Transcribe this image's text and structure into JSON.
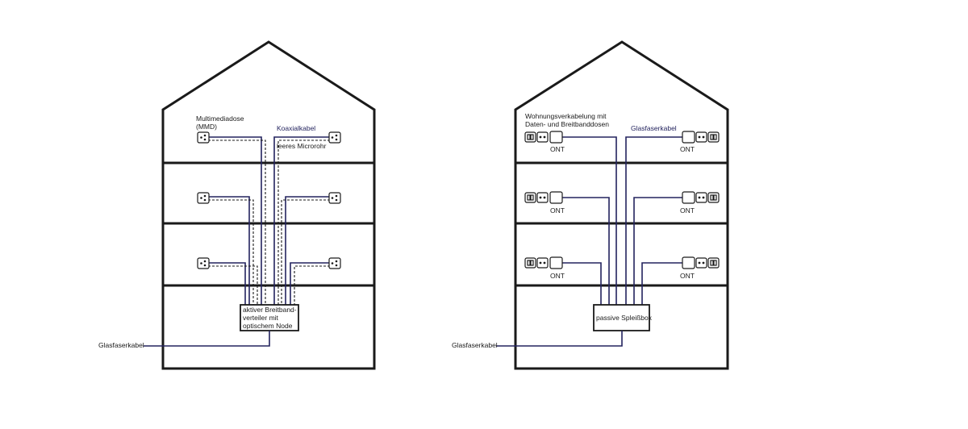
{
  "left_house": {
    "mmd_label_line1": "Multimediadose",
    "mmd_label_line2": "(MMD)",
    "coax_label": "Koaxialkabel",
    "microtube_label": "leeres Microrohr",
    "distributor_line1": "aktiver Breitband-",
    "distributor_line2": "verteiler mit",
    "distributor_line3": "optischem Node",
    "fiber_label": "Glasfaserkabel"
  },
  "right_house": {
    "wiring_label_line1": "Wohnungsverkabelung mit",
    "wiring_label_line2": "Daten- und Breitbanddosen",
    "fiber_inhouse_label": "Glasfaserkabel",
    "ont_labels": [
      "ONT",
      "ONT",
      "ONT",
      "ONT",
      "ONT",
      "ONT"
    ],
    "splice_box_label": "passive Spleißbox",
    "fiber_label": "Glasfaserkabel"
  },
  "colors": {
    "outline": "#1a1a1a",
    "cable_blue": "#23235e"
  }
}
